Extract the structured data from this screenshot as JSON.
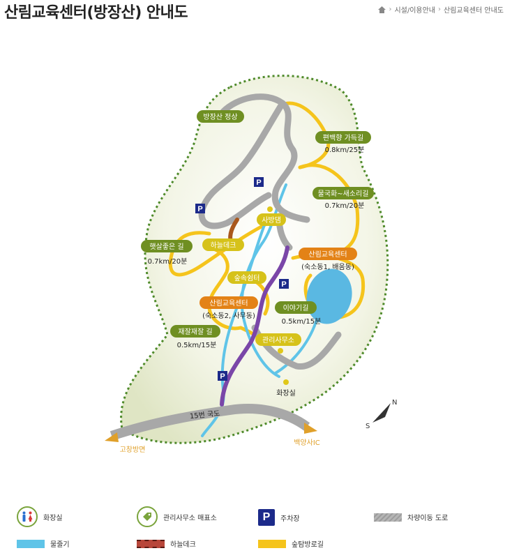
{
  "page": {
    "title": "산림교육센터(방장산) 안내도",
    "breadcrumb": [
      "시설/이용안내",
      "산림교육센터 안내도"
    ]
  },
  "map": {
    "labels": {
      "summit": "방장산 정상",
      "trail1_name": "편백향 가득길",
      "trail1_info": "0.8km/25분",
      "trail2_name": "물국화~새소리길",
      "trail2_info": "0.7km/20분",
      "trail3_name": "햇살좋은 길",
      "trail3_info": "0.7km/20분",
      "trail4_name": "재잘재잘 길",
      "trail4_info": "0.5km/15분",
      "trail5_name": "이야기길",
      "trail5_info": "0.5km/15분",
      "dam": "사방댐",
      "skydeck": "하늘데크",
      "rest": "숲속쉼터",
      "center1_name": "산림교육센터",
      "center1_info": "(숙소동1, 배움동)",
      "center2_name": "산림교육센터",
      "center2_info": "(숙소동2, 사무동)",
      "office": "관리사무소",
      "toilet": "화장실",
      "road": "15번 국도",
      "dir_left": "고창방면",
      "dir_right": "백양사IC",
      "compass_n": "N",
      "compass_s": "S",
      "parking": "P"
    },
    "colors": {
      "green_label": "#6f8f22",
      "yellow_label": "#d6c21a",
      "orange_label": "#e38216",
      "trail": "#f5c41c",
      "stream": "#5fc4e8",
      "road": "#a8a8a8",
      "deck": "#a9581d",
      "path_purple": "#7a46a8",
      "pond": "#5ab8e2",
      "boundary": "#4e8a2a",
      "parking": "#1c2a8a"
    }
  },
  "legend": [
    {
      "icon": "toilet-icon",
      "label": "화장실"
    },
    {
      "icon": "ticket-icon",
      "label": "관리사무소 매표소"
    },
    {
      "icon": "parking-icon",
      "label": "주차장"
    },
    {
      "icon": "road-icon",
      "label": "차량이동 도로"
    },
    {
      "icon": "stream-icon",
      "label": "물줄기"
    },
    {
      "icon": "deck-icon",
      "label": "하늘데크"
    },
    {
      "icon": "trail-icon",
      "label": "숲탐방로길"
    }
  ]
}
